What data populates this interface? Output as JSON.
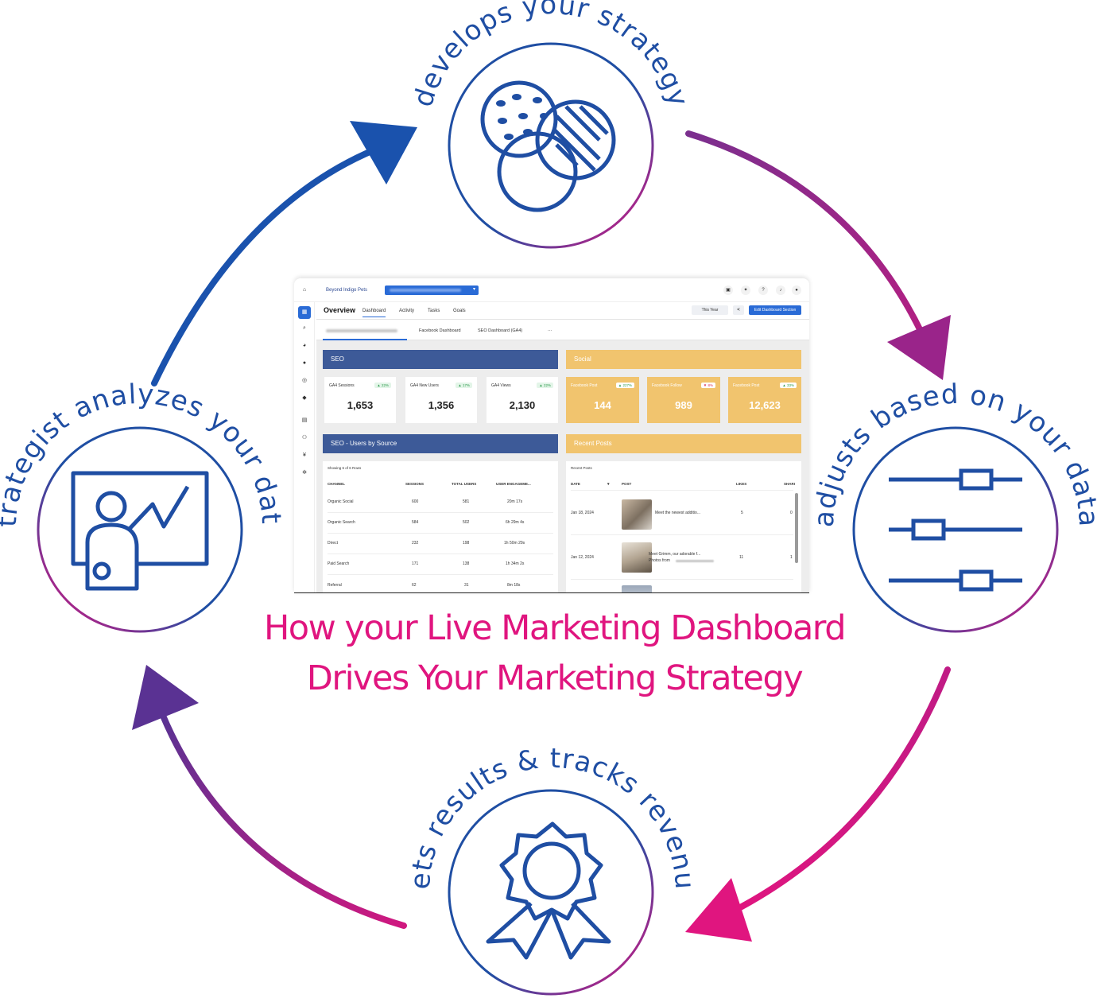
{
  "title": {
    "line1": "How your Live Marketing Dashboard",
    "line2": "Drives Your Marketing Strategy"
  },
  "steps": [
    {
      "label": "develops your strategy",
      "icon": "overlapping-circles-icon"
    },
    {
      "label": "adjusts based on your data",
      "icon": "sliders-icon"
    },
    {
      "label": "gets results & tracks revenue",
      "icon": "award-ribbon-icon"
    },
    {
      "label": "strategist analyzes your data",
      "icon": "presentation-board-icon"
    }
  ],
  "colors": {
    "blue": "#1f4ea3",
    "magenta": "#e0157f",
    "purple": "#7b2f8e"
  },
  "dashboard": {
    "brand": "Beyond Indigo Pets",
    "tabs": [
      "Overview",
      "Dashboard",
      "Activity",
      "Tasks",
      "Goals"
    ],
    "period_button": "This Year",
    "edit_button": "Edit Dashboard Section",
    "subtabs": [
      "Facebook Dashboard",
      "SEO Dashboard (GA4)",
      "···"
    ],
    "seo": {
      "title": "SEO",
      "cards": [
        {
          "label": "GA4 Sessions",
          "change": "▲ 22%",
          "value": "1,653"
        },
        {
          "label": "GA4 New Users",
          "change": "▲ 17%",
          "value": "1,356"
        },
        {
          "label": "GA4 Views",
          "change": "▲ 22%",
          "value": "2,130"
        }
      ]
    },
    "social": {
      "title": "Social",
      "cards": [
        {
          "label": "Facebook Post",
          "change": "▲ 227%",
          "value": "144"
        },
        {
          "label": "Facebook Follow",
          "change": "▼ 8%",
          "value": "989"
        },
        {
          "label": "Facebook Post",
          "change": "▲ 33%",
          "value": "12,623"
        }
      ]
    },
    "users_by_source": {
      "title": "SEO - Users by Source",
      "caption": "Showing 6 of 6 Rows",
      "columns": [
        "CHANNEL",
        "SESSIONS",
        "TOTAL USERS",
        "USER ENGAGEME..."
      ],
      "rows": [
        [
          "Organic Social",
          "600",
          "581",
          "20m 17s"
        ],
        [
          "Organic Search",
          "584",
          "502",
          "6h 29m 4s"
        ],
        [
          "Direct",
          "232",
          "198",
          "1h 50m 29s"
        ],
        [
          "Paid Search",
          "171",
          "138",
          "1h 34m 2s"
        ],
        [
          "Referral",
          "62",
          "31",
          "8m 18s"
        ]
      ]
    },
    "recent_posts": {
      "title": "Recent Posts",
      "caption": "Recent Posts",
      "columns": [
        "DATE",
        "POST",
        "LIKES",
        "SHARI"
      ],
      "rows": [
        {
          "date": "Jan 18, 2024",
          "post": "Meet the newest additio...",
          "post2": "",
          "likes": "5",
          "shares": "0"
        },
        {
          "date": "Jan 12, 2024",
          "post": "Meet Grimm, our adorable f...",
          "post2": "Photos from",
          "likes": "11",
          "shares": "1"
        }
      ]
    }
  }
}
